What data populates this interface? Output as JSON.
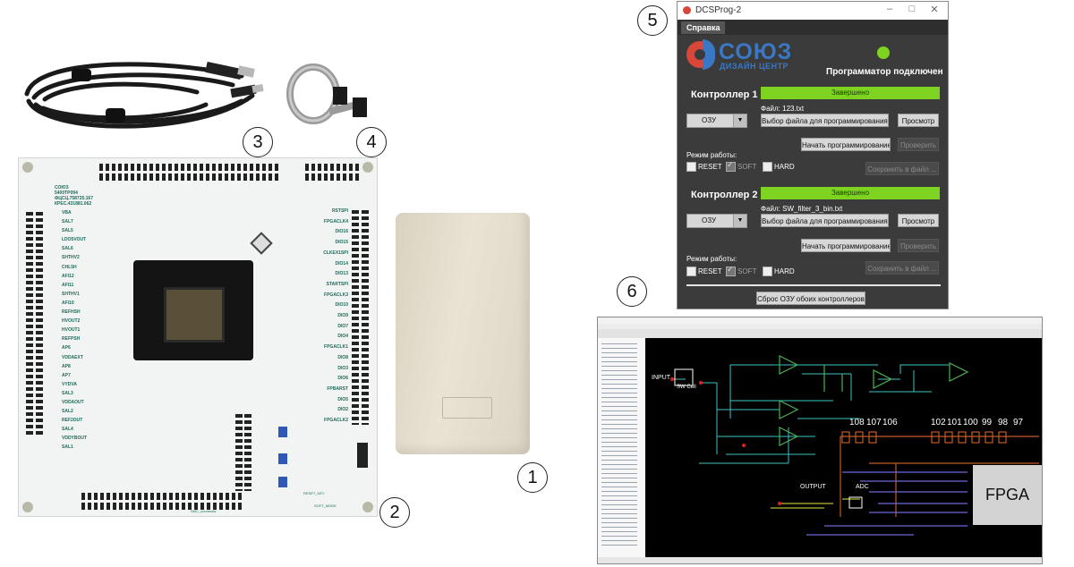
{
  "callouts": [
    "5",
    "6",
    "3",
    "4",
    "1",
    "2"
  ],
  "app_window": {
    "title": "DCSProg-2",
    "controls": {
      "minimize": "–",
      "maximize": "□",
      "close": "✕"
    },
    "menu": [
      "Справка"
    ],
    "logo": {
      "big": "СОЮЗ",
      "small": "ДИЗАЙН ЦЕНТР"
    },
    "status_text": "Программатор подключен",
    "status_color": "#7ed321",
    "controllers": [
      {
        "title": "Контроллер 1",
        "progress_text": "Завершено",
        "file_label": "Файл: 123.txt",
        "memory": "ОЗУ",
        "select_file": "Выбор файла для программирования ...",
        "view": "Просмотр",
        "start": "Начать программирование",
        "verify": "Проверить",
        "mode_label": "Режим работы:",
        "modes": [
          "RESET",
          "SOFT",
          "HARD"
        ],
        "save": "Сохранить в файл ..."
      },
      {
        "title": "Контроллер 2",
        "progress_text": "Завершено",
        "file_label": "Файл: SW_filter_3_bin.txt",
        "memory": "ОЗУ",
        "select_file": "Выбор файла для программирования ...",
        "view": "Просмотр",
        "start": "Начать программирование",
        "verify": "Проверить",
        "mode_label": "Режим работы:",
        "modes": [
          "RESET",
          "SOFT",
          "HARD"
        ],
        "save": "Сохранить в файл ..."
      }
    ],
    "reset_button": "Сброс ОЗУ обоих контроллеров"
  },
  "schematic": {
    "labels": {
      "input": "INPUT",
      "output": "OUTPUT",
      "adc": "ADC",
      "sw_cell": "SW Cell",
      "fpga": "FPGA"
    },
    "pins": [
      "108",
      "107",
      "106",
      "102",
      "101",
      "100",
      "99",
      "98",
      "97"
    ]
  },
  "board": {
    "chip_text": [
      "СОЮЗ",
      "5400ТР094",
      "ФЦСЦ.758725.167",
      "КРЕС.431881.062"
    ],
    "left_labels": [
      "VBA",
      "SAL7",
      "SAL5",
      "LDO5VOUT",
      "SAL6",
      "SHTHV2",
      "CHL5H",
      "AFI12",
      "AFI11",
      "SHTHV1",
      "AFI10",
      "REFHSH",
      "HVOUT2",
      "HVOUT1",
      "REFPSH",
      "AP6",
      "VDDAEXT",
      "AP8",
      "AP7",
      "VYDVA",
      "SAL3",
      "VDDAOUT",
      "SAL2",
      "REF2OUT",
      "SAL4",
      "VDDYBOUT",
      "SAL1"
    ],
    "right_labels": [
      "RSTSPI",
      "FPGACLK4",
      "DIO16",
      "DIO15",
      "CLKEX1SPI",
      "DIO14",
      "DIO13",
      "STARTSPI",
      "FPGACLK3",
      "DIO10",
      "DIO9",
      "DIO7",
      "DIO4",
      "FPGACLK1",
      "DIO8",
      "DIO3",
      "DIO6",
      "FPBARST",
      "DIO5",
      "DIO2",
      "FPGACLK2"
    ],
    "bottom_text": [
      "SMC_connector",
      "RESET_KEY",
      "SOFT_MODE"
    ]
  }
}
